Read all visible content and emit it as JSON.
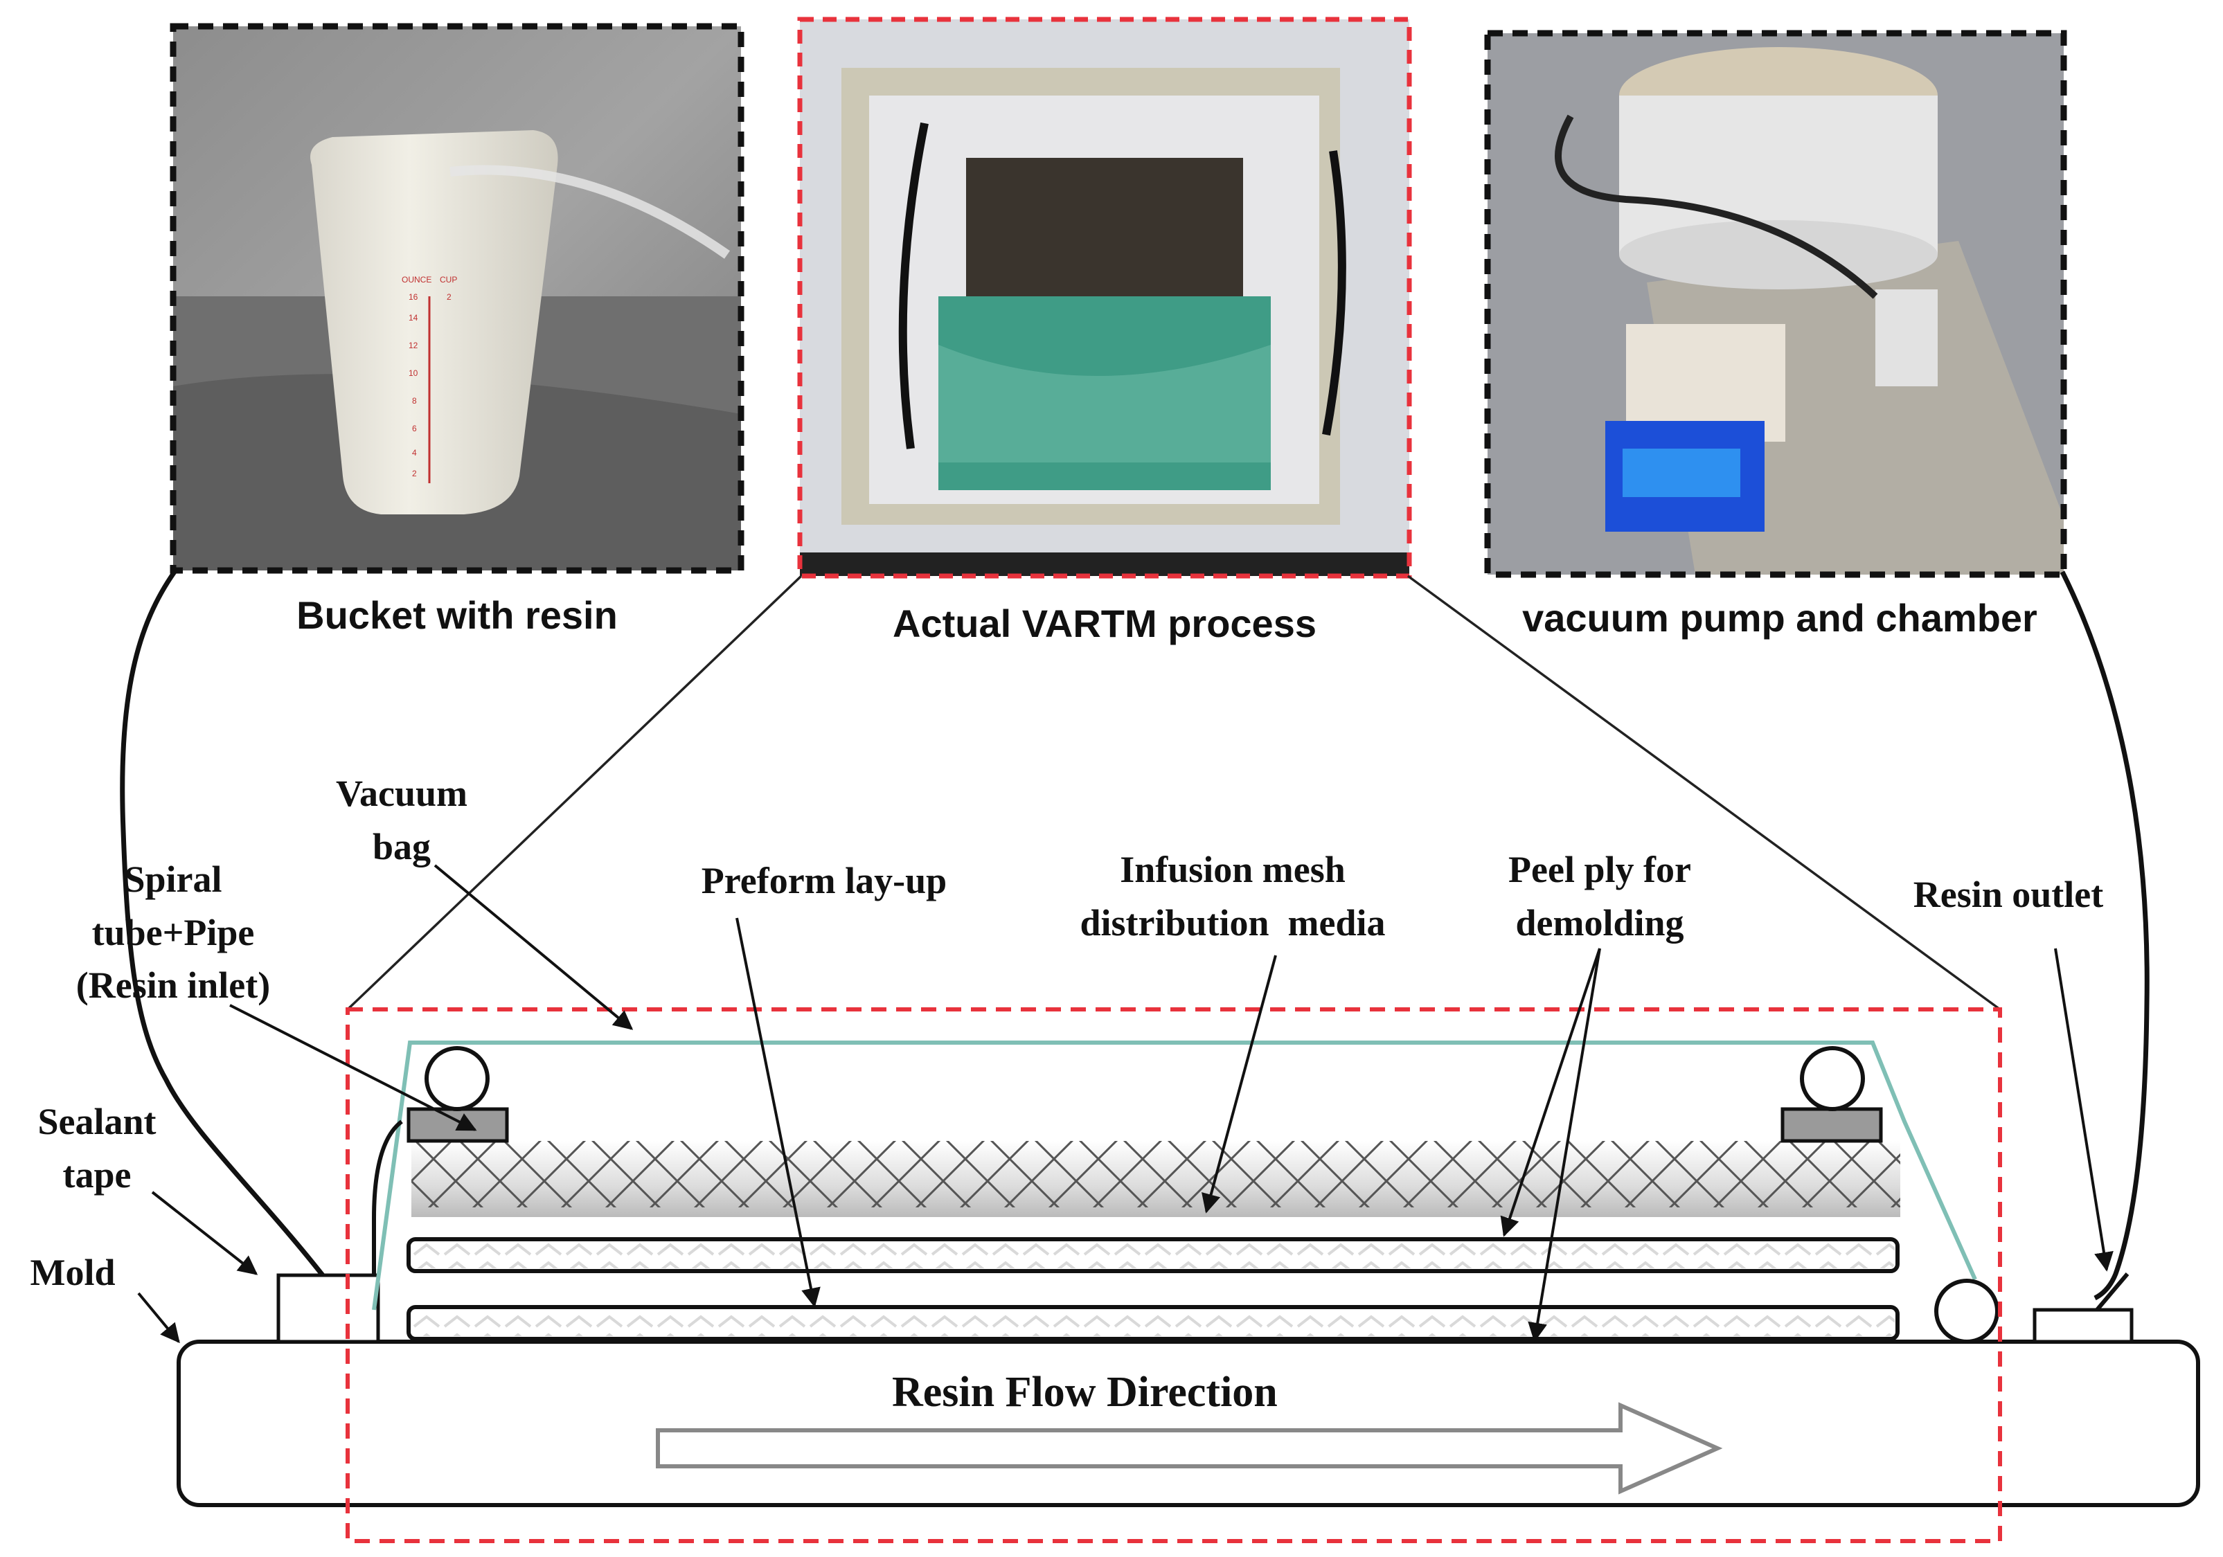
{
  "photos": {
    "bucket": {
      "caption": "Bucket with resin",
      "cup_scale": [
        "OUNCE",
        "CUP",
        "16",
        "2",
        "14",
        "12",
        "10",
        "8",
        "6",
        "4",
        "2"
      ]
    },
    "vartm": {
      "caption": "Actual VARTM process"
    },
    "pump": {
      "caption": "vacuum pump and chamber"
    }
  },
  "labels": {
    "vacuum_bag": "Vacuum\nbag",
    "spiral_tube": "Spiral\ntube+Pipe\n(Resin inlet)",
    "sealant_tape": "Sealant\ntape",
    "mold": "Mold",
    "preform": "Preform lay-up",
    "infusion_mesh": "Infusion mesh\ndistribution  media",
    "peel_ply": "Peel ply for\ndemolding",
    "resin_outlet": "Resin outlet",
    "flow_direction": "Resin Flow Direction"
  },
  "colors": {
    "frame_black": "#111111",
    "frame_red": "#e8323c",
    "vacuum_bag_line": "#7fbfb5",
    "mesh": "#555555",
    "mesh_shadow": "#bdbdbd",
    "block_fill": "#9a9a9a",
    "arrow_outline": "#888888"
  }
}
